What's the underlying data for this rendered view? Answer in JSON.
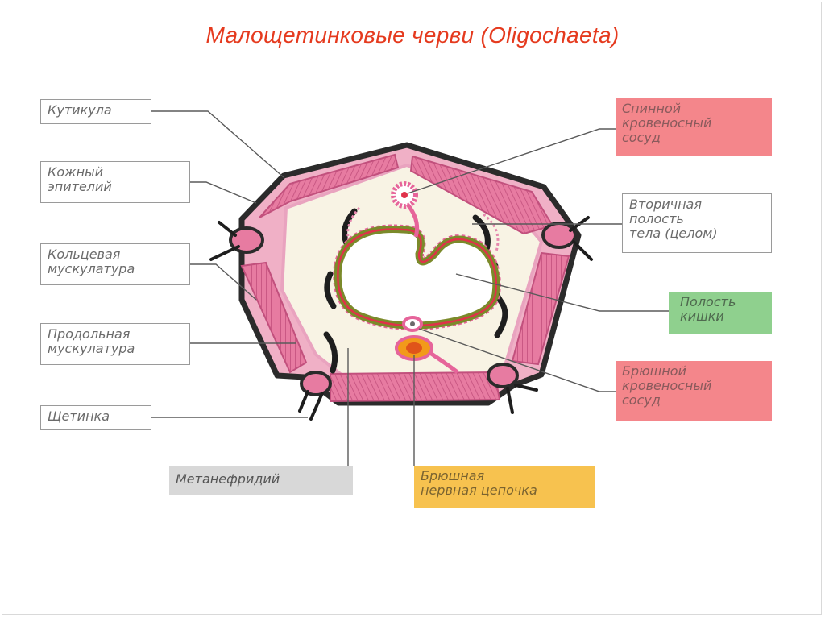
{
  "title": "Малощетинковые черви (Oligochaeta)",
  "labels": {
    "cuticle": "Кутикула",
    "epithelium": "Кожный\nэпителий",
    "circular_muscles": "Кольцевая\nмускулатура",
    "longitudinal_muscles": "Продольная\nмускулатура",
    "seta": "Щетинка",
    "metanephridium": "Метанефридий",
    "nerve_cord": "Брюшная\nнервная цепочка",
    "dorsal_vessel": "Спинной\nкровеносный\nсосуд",
    "coelom": "Вторичная\nполость\nтела (целом)",
    "gut_cavity": "Полость\nкишки",
    "ventral_vessel": "Брюшной\nкровеносный\nсосуд"
  },
  "colors": {
    "title": "#e53a1e",
    "muscle": "#e6749c",
    "cuticle": "#2b2b2b",
    "coelom_fill": "#f8f3e4",
    "gut_wall": "#7b8a2a",
    "blood": "#e0314a",
    "nerve": "#f29a1a"
  }
}
